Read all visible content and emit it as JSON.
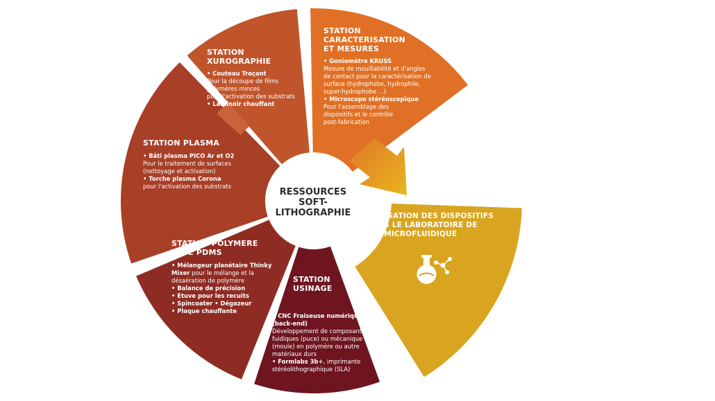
{
  "colors": {
    "xurographie": "#c0552b",
    "caracterisation": "#e07025",
    "plasma": "#a83f27",
    "polymere": "#8e2c23",
    "usinage": "#6e1520",
    "utilisation": "#d9a520",
    "arrow": "#e5a81f"
  },
  "center": {
    "line1": "RESSOURCES",
    "line2": "SOFT-LITHOGRAPHIE"
  },
  "stations": {
    "xurographie": {
      "title": "STATION XUROGRAPHIE",
      "items": [
        {
          "bullet": "• Couteau Traçant",
          "lines": [
            "Pour la découpe de films",
            "polymères minces",
            "pour l'activation des substrats"
          ]
        },
        {
          "bullet": "• Laminoir chauffant",
          "lines": []
        }
      ]
    },
    "caracterisation": {
      "title_lines": [
        "STATION",
        "CARACTERISATION",
        "ET MESURES"
      ],
      "items": [
        {
          "bullet": "• Goniomètre KRUSS",
          "lines": [
            "Mesure de mouillabilité et d'angles",
            "de contact pour la caractérisation de",
            "surface (hydrophobe, hydrophile,",
            "super-hydrophobe ...)"
          ]
        },
        {
          "bullet": "• Microscope stéréoscopique",
          "lines": [
            "Pour l'assemblage des",
            "dispositifs et le contrôle",
            "post-fabrication"
          ]
        }
      ]
    },
    "plasma": {
      "title": "STATION PLASMA",
      "items": [
        {
          "bullet": "• Bâti plasma PICO Ar et O2",
          "lines": [
            "Pour le traitement de surfaces",
            "(nettoyage et activation)"
          ]
        },
        {
          "bullet": "• Torche plasma Corona",
          "lines": [
            "pour l'activation des substrats"
          ]
        }
      ]
    },
    "polymere": {
      "title_lines": [
        "STATION POLYMERE",
        "TYPE PDMS"
      ],
      "item1_bold_a": "• Mélangeur planétaire Thinky",
      "item1_bold_b": "Mixer",
      "item1_rest_a": " pour le mélange et la",
      "item1_rest_b": "désaération de polymère",
      "bullets": [
        "• Balance de précision",
        "• Etuve pour les recuits",
        "• Spincoater • Dégazeur",
        "• Plaque chauffante"
      ]
    },
    "usinage": {
      "title_lines": [
        "STATION",
        "USINAGE"
      ],
      "item1_bullet_lines": [
        "• CNC Fraiseuse numérique",
        "(back-end)"
      ],
      "item1_lines": [
        "Développement de composants",
        "fuidiques (puce) ou mécanique",
        "(moule) en polymère ou autre",
        "matériaux durs"
      ],
      "item2_bold": "• Formlabs 3b+",
      "item2_rest": ", imprimante",
      "item2_line2": "stéréolithographique (SLA)"
    },
    "utilisation": {
      "title_lines": [
        "UTILISATION DES DISPOSITIFS",
        "DANS LE LABORATOIRE DE",
        "BIO-MICROFLUIDIQUE"
      ],
      "icon": "flask-molecule-icon"
    }
  }
}
